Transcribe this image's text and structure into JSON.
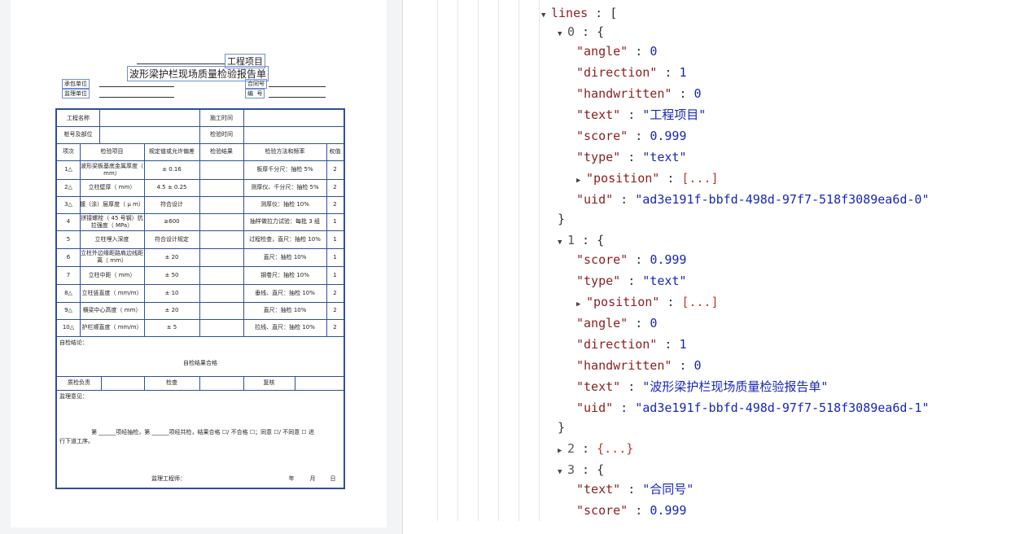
{
  "document": {
    "project_title": "工程项目",
    "report_title": "波形梁护栏现场质量检验报告单",
    "contractor_label": "承包单位",
    "supervisor_label": "监理单位",
    "contract_no_label": "合同号",
    "serial_no_label": "编  号",
    "project_name_label": "工程名称",
    "construction_time_label": "施工时间",
    "station_label": "桩号及部位",
    "inspection_time_label": "检验时间",
    "columns": [
      "项次",
      "检验项目",
      "规定值或允许偏差",
      "检验结果",
      "检验方法和频率",
      "权值"
    ],
    "rows": [
      {
        "no": "1△",
        "item": "波形梁板基底金属厚度（ mm）",
        "spec": "± 0.16",
        "method": "板厚千分尺：抽检 5%",
        "weight": "2"
      },
      {
        "no": "2△",
        "item": "立柱壁厚（ mm）",
        "spec": "4.5 ± 0.25",
        "method": "测厚仪、千分尺：抽检 5%",
        "weight": "2"
      },
      {
        "no": "3△",
        "item": "镀（涂）层厚度（ μ m）",
        "spec": "符合设计",
        "method": "测厚仪：抽检 10%",
        "weight": "2"
      },
      {
        "no": "4",
        "item": "拼接螺栓（ 45 号钢）抗拉强度（ MPa）",
        "spec": "≥600",
        "method": "抽样做拉力试验：每批 3 组",
        "weight": "1"
      },
      {
        "no": "5",
        "item": "立柱埋入深度",
        "spec": "符合设计规定",
        "method": "过程检查，直尺：抽检 10%",
        "weight": "1"
      },
      {
        "no": "6",
        "item": "立柱外边缘距路肩边线距离（ mm）",
        "spec": "± 20",
        "method": "直尺：抽检 10%",
        "weight": "1"
      },
      {
        "no": "7",
        "item": "立柱中距（ mm）",
        "spec": "± 50",
        "method": "钢卷尺：抽检 10%",
        "weight": "1"
      },
      {
        "no": "8△",
        "item": "立柱竖直度（ mm/m）",
        "spec": "± 10",
        "method": "垂线、直尺：抽检 10%",
        "weight": "2"
      },
      {
        "no": "9△",
        "item": "横梁中心高度（ mm）",
        "spec": "± 20",
        "method": "直尺：抽检 10%",
        "weight": "2"
      },
      {
        "no": "10△",
        "item": "护栏顺直度（ mm/m）",
        "spec": "± 5",
        "method": "拉线、直尺：抽检 10%",
        "weight": "2"
      }
    ],
    "self_check_label": "自检结论：",
    "self_check_result": "自检结果合格",
    "qc_leader_label": "质检负责",
    "check_label": "检查",
    "recheck_label": "复核",
    "supervision_opinion_label": "监理意见：",
    "opinion_text": "第 ______项经抽检，第 ______项经共检，结果合格 ☐/ 不合格 ☐；同意 ☐/ 不同意 ☐ 进",
    "opinion_text2": "行下道工序。",
    "engineer_label": "监理工程师：",
    "year_label": "年",
    "month_label": "月",
    "day_label": "日"
  },
  "json_viewer": {
    "top_key": "lines",
    "item0": {
      "index": "0",
      "angle": "0",
      "direction": "1",
      "handwritten": "0",
      "text": "\"工程项目\"",
      "score": "0.999",
      "type": "\"text\"",
      "position_collapsed": "[...]",
      "uid": "\"ad3e191f-bbfd-498d-97f7-518f3089ea6d-0\""
    },
    "item1": {
      "index": "1",
      "score": "0.999",
      "type": "\"text\"",
      "position_collapsed": "[...]",
      "angle": "0",
      "direction": "1",
      "handwritten": "0",
      "text": "\"波形梁护栏现场质量检验报告单\"",
      "uid": "\"ad3e191f-bbfd-498d-97f7-518f3089ea6d-1\""
    },
    "item2": {
      "index": "2",
      "collapsed": "{...}"
    },
    "item3": {
      "index": "3",
      "text": "\"合同号\"",
      "score": "0.999"
    },
    "keys": {
      "angle": "\"angle\"",
      "direction": "\"direction\"",
      "handwritten": "\"handwritten\"",
      "text": "\"text\"",
      "score": "\"score\"",
      "type": "\"type\"",
      "position": "\"position\"",
      "uid": "\"uid\""
    }
  }
}
